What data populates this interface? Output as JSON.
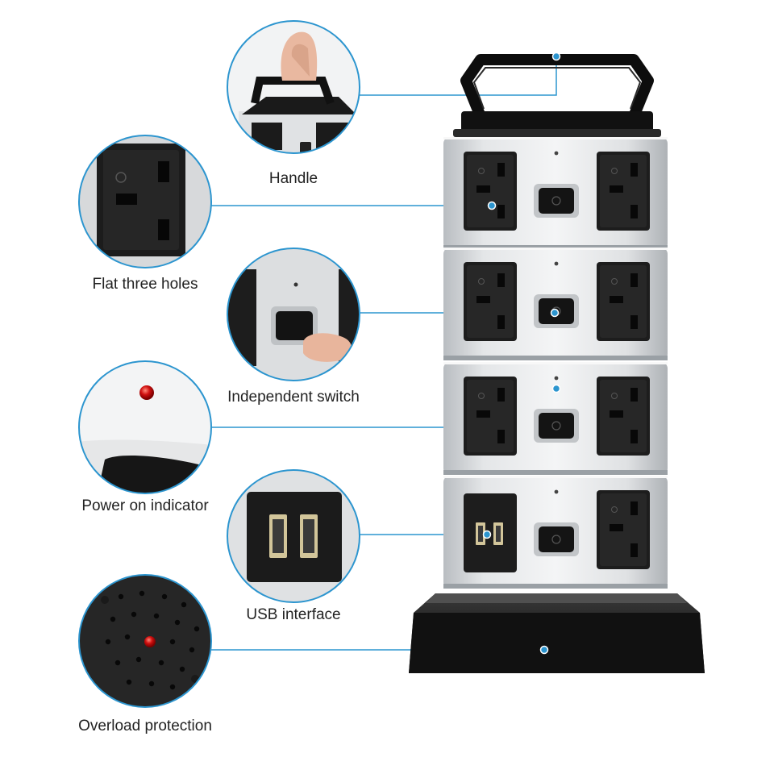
{
  "accent_color": "#2c95cf",
  "callouts": [
    {
      "id": "handle",
      "label": "Handle",
      "icon": "handle-icon"
    },
    {
      "id": "sockets",
      "label": "Flat three holes",
      "icon": "uk-socket-icon"
    },
    {
      "id": "switch",
      "label": "Independent switch",
      "icon": "rocker-switch-icon"
    },
    {
      "id": "indicator",
      "label": "Power on indicator",
      "icon": "red-led-icon"
    },
    {
      "id": "usb",
      "label": "USB interface",
      "icon": "usb-port-icon"
    },
    {
      "id": "overload",
      "label": "Overload protection",
      "icon": "overload-button-icon"
    }
  ]
}
